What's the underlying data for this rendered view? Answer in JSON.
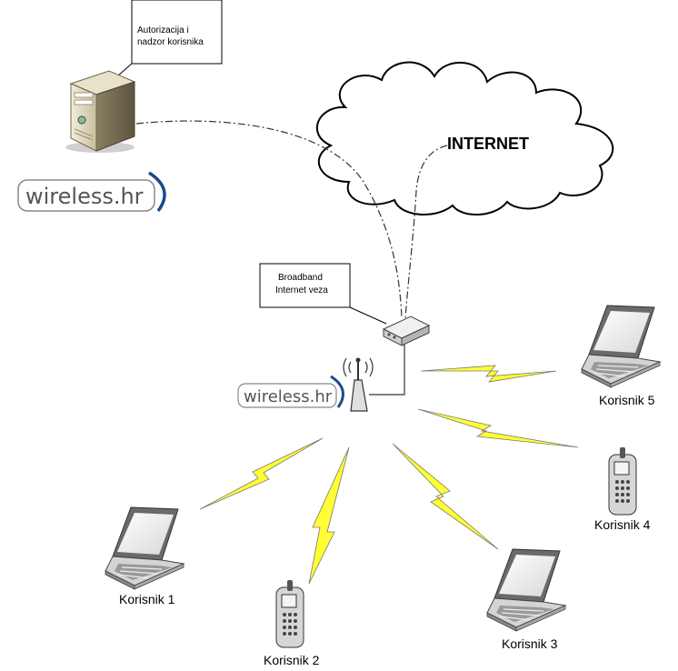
{
  "auth_box": {
    "line1": "Autorizacija i",
    "line2": "nadzor korisnika"
  },
  "internet": {
    "label": "INTERNET"
  },
  "broadband_box": {
    "line1": "Broadband",
    "line2": "Internet veza"
  },
  "brand": {
    "logo_text": "wireless.hr"
  },
  "users": [
    {
      "label": "Korisnik 1",
      "device": "laptop-icon"
    },
    {
      "label": "Korisnik 2",
      "device": "phone-icon"
    },
    {
      "label": "Korisnik 3",
      "device": "laptop-icon"
    },
    {
      "label": "Korisnik 4",
      "device": "phone-icon"
    },
    {
      "label": "Korisnik 5",
      "device": "laptop-icon"
    }
  ],
  "colors": {
    "bolt": "#ffff33",
    "bolt_stroke": "#777777",
    "line": "#333333"
  }
}
